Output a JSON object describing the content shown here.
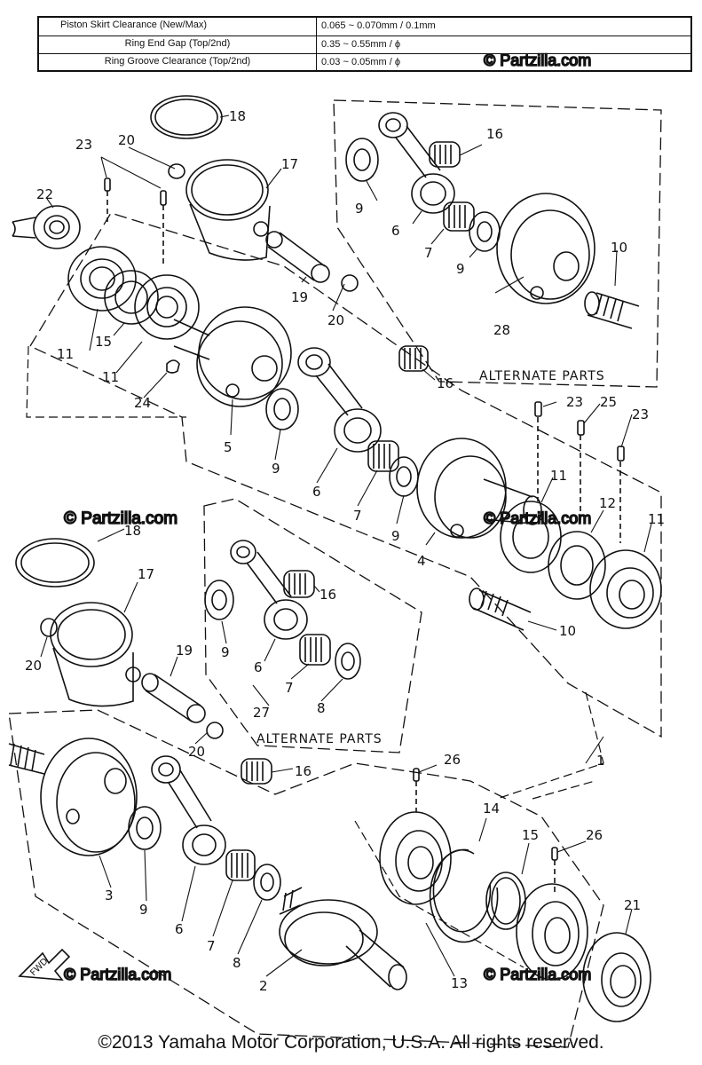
{
  "spec_table": {
    "rows": [
      {
        "name": "Piston Skirt Clearance (New/Max)",
        "value": "0.065 ~ 0.070mm / 0.1mm"
      },
      {
        "name": "Ring End Gap (Top/2nd)",
        "value": "0.35 ~ 0.55mm / ϕ"
      },
      {
        "name": "Ring Groove Clearance (Top/2nd)",
        "value": "0.03 ~ 0.05mm / ϕ"
      }
    ]
  },
  "labels": {
    "n1": "1",
    "n2": "2",
    "n3": "3",
    "n4": "4",
    "n5": "5",
    "n6": "6",
    "n7": "7",
    "n8": "8",
    "n9": "9",
    "n10": "10",
    "n11": "11",
    "n12": "12",
    "n13": "13",
    "n14": "14",
    "n15": "15",
    "n16": "16",
    "n17": "17",
    "n18": "18",
    "n19": "19",
    "n20": "20",
    "n21": "21",
    "n22": "22",
    "n23": "23",
    "n24": "24",
    "n25": "25",
    "n26": "26",
    "n27": "27",
    "n28": "28"
  },
  "alternate_parts_label": "ALTERNATE PARTS",
  "fwd_label": "FWD",
  "watermark": "© Partzilla.com",
  "footer": "©2013  Yamaha Motor Corporation, U.S.A. All rights reserved."
}
